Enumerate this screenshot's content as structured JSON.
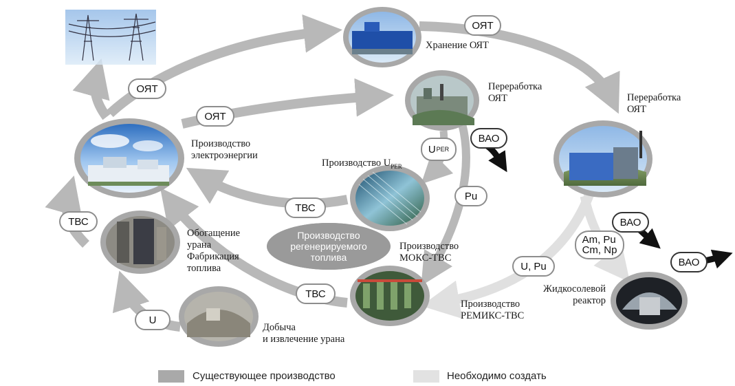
{
  "nodes": {
    "power_lines": {
      "icon": "power-lines-icon"
    },
    "sf_storage": {
      "label": "Хранение ОЯТ",
      "icon": "storage-building-icon"
    },
    "reprocessing_1": {
      "label": "Переработка\nОЯТ",
      "icon": "plant-icon"
    },
    "reprocessing_2": {
      "label": "Переработка\nОЯТ",
      "icon": "factory-icon"
    },
    "power_production": {
      "label": "Производство\nэлектроэнергии",
      "icon": "power-plant-icon"
    },
    "uper_production": {
      "label_prefix": "Производство U",
      "label_sub": "PER"
    },
    "fuel_assembly_plant": {
      "icon": "fuel-rods-icon"
    },
    "enrichment": {
      "label": "Обогащение\nурана\nФабрикация\nтоплива",
      "icon": "enrichment-plant-icon"
    },
    "mining": {
      "label": "Добыча\nи извлечение урана",
      "icon": "mine-icon"
    },
    "regen_fuel": {
      "label": "Производство\nрегенерируемого\nтоплива"
    },
    "moks": {
      "label": "Производство\nМОКС-ТВС",
      "icon": "assembly-line-icon"
    },
    "remix": {
      "label": "Производство\nРЕМИКС-ТВС"
    },
    "msr": {
      "label": "Жидкосолевой\nреактор",
      "icon": "reactor-icon"
    }
  },
  "pills": {
    "ojat_top": "ОЯТ",
    "ojat_left": "ОЯТ",
    "ojat_mid": "ОЯТ",
    "vao_1": "ВАО",
    "vao_2": "ВАО",
    "vao_3": "ВАО",
    "uper_u": "U",
    "uper_sub": "PER",
    "pu": "Pu",
    "tvs_1": "ТВС",
    "tvs_2": "ТВС",
    "tvs_3": "ТВС",
    "u": "U",
    "u_pu": "U, Pu",
    "minor_actinides": "Am, Pu\nCm, Np"
  },
  "legend": {
    "existing": {
      "label": "Существующее производство",
      "color": "#a9a9a9"
    },
    "needed": {
      "label": "Необходимо создать",
      "color": "#e2e2e2"
    }
  },
  "colors": {
    "existing_arrow": "#b8b8b8",
    "new_arrow": "#e0e0e0",
    "waste_arrow": "#111111",
    "ring": "#a8a8a8"
  }
}
